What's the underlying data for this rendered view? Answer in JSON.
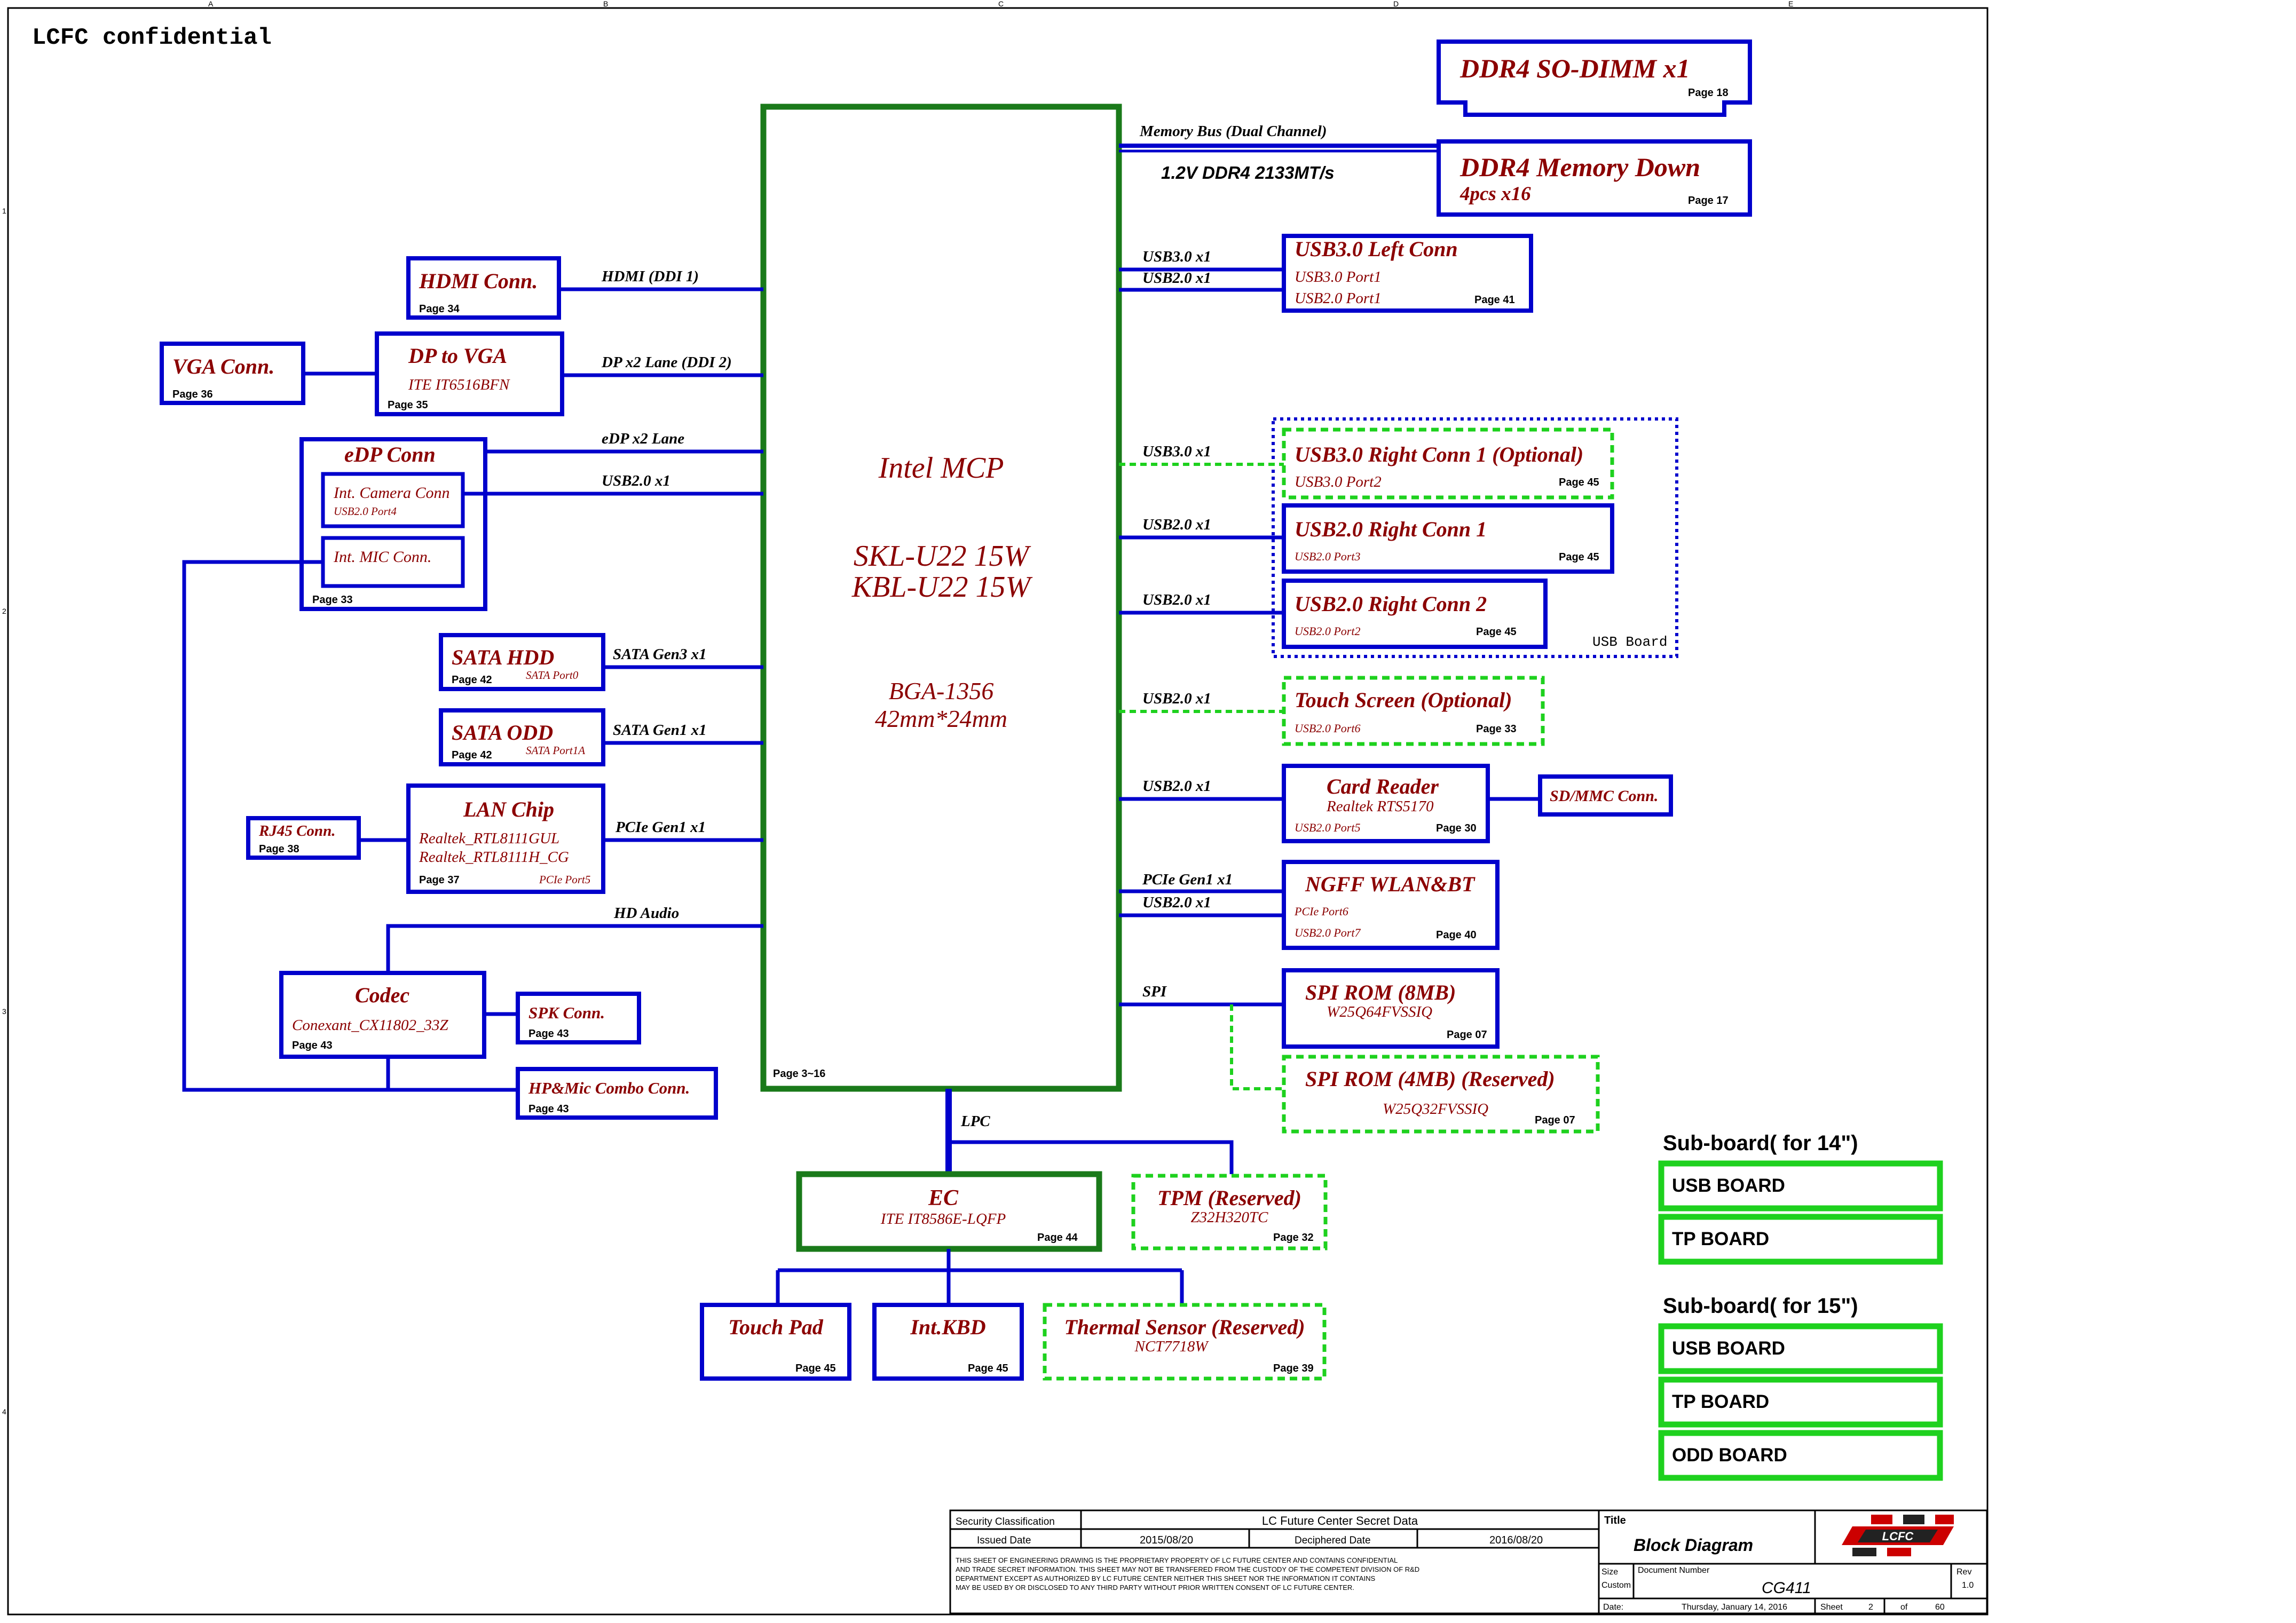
{
  "header": {
    "confidential": "LCFC confidential"
  },
  "border_letters": [
    "A",
    "B",
    "C",
    "D",
    "E"
  ],
  "border_numbers": [
    "1",
    "2",
    "3",
    "4"
  ],
  "mcp": {
    "title": "Intel MCP",
    "line1": "SKL-U22 15W",
    "line2": "KBL-U22 15W",
    "line3": "BGA-1356",
    "line4": "42mm*24mm",
    "page": "Page 3~16"
  },
  "memory": {
    "dimm_title": "DDR4 SO-DIMM x1",
    "dimm_page": "Page 18",
    "down_title": "DDR4 Memory Down",
    "down_sub": "4pcs x16",
    "down_page": "Page 17",
    "bus_label": "Memory Bus (Dual Channel)",
    "bus_spec": "1.2V DDR4 2133MT/s"
  },
  "left_blocks": {
    "hdmi": {
      "title": "HDMI Conn.",
      "page": "Page 34",
      "bus": "HDMI (DDI 1)"
    },
    "vga": {
      "title": "VGA Conn.",
      "page": "Page 36"
    },
    "dp_vga": {
      "title": "DP to VGA",
      "sub": "ITE IT6516BFN",
      "page": "Page 35",
      "bus": "DP x2 Lane (DDI 2)"
    },
    "edp": {
      "title": "eDP Conn",
      "page": "Page 33",
      "bus": "eDP x2 Lane",
      "camera": "Int. Camera Conn",
      "camera_port": "USB2.0 Port4",
      "camera_bus": "USB2.0 x1",
      "mic": "Int. MIC Conn."
    },
    "sata_hdd": {
      "title": "SATA HDD",
      "page": "Page 42",
      "port": "SATA Port0",
      "bus": "SATA Gen3 x1"
    },
    "sata_odd": {
      "title": "SATA ODD",
      "page": "Page 42",
      "port": "SATA Port1A",
      "bus": "SATA Gen1 x1"
    },
    "lan": {
      "title": "LAN Chip",
      "sub1": "Realtek_RTL8111GUL",
      "sub2": "Realtek_RTL8111H_CG",
      "page": "Page 37",
      "port": "PCIe Port5",
      "bus": "PCIe Gen1 x1"
    },
    "rj45": {
      "title": "RJ45 Conn.",
      "page": "Page 38"
    },
    "audio_bus": "HD Audio",
    "codec": {
      "title": "Codec",
      "sub": "Conexant_CX11802_33Z",
      "page": "Page 43"
    },
    "spk": {
      "title": "SPK Conn.",
      "page": "Page 43"
    },
    "hp": {
      "title": "HP&Mic Combo Conn.",
      "page": "Page 43"
    }
  },
  "right_blocks": {
    "usb3_left": {
      "title": "USB3.0 Left Conn",
      "p1": "USB3.0 Port1",
      "p2": "USB2.0 Port1",
      "page": "Page 41",
      "bus1": "USB3.0 x1",
      "bus2": "USB2.0 x1"
    },
    "usb3_right": {
      "title": "USB3.0 Right Conn 1 (Optional)",
      "port": "USB3.0 Port2",
      "page": "Page 45",
      "bus": "USB3.0 x1"
    },
    "usb2_right1": {
      "title": "USB2.0 Right Conn 1",
      "port": "USB2.0 Port3",
      "page": "Page 45",
      "bus": "USB2.0 x1"
    },
    "usb2_right2": {
      "title": "USB2.0 Right Conn 2",
      "port": "USB2.0 Port2",
      "page": "Page 45",
      "bus": "USB2.0 x1"
    },
    "usb_board_label": "USB Board",
    "touch_screen": {
      "title": "Touch Screen (Optional)",
      "port": "USB2.0 Port6",
      "page": "Page 33",
      "bus": "USB2.0 x1"
    },
    "card_reader": {
      "title": "Card Reader",
      "sub": "Realtek RTS5170",
      "port": "USB2.0 Port5",
      "page": "Page 30",
      "bus": "USB2.0 x1"
    },
    "sd": {
      "title": "SD/MMC Conn."
    },
    "ngff": {
      "title": "NGFF WLAN&BT",
      "p1": "PCIe Port6",
      "p2": "USB2.0 Port7",
      "page": "Page 40",
      "bus1": "PCIe Gen1 x1",
      "bus2": "USB2.0 x1"
    },
    "spi_bus": "SPI",
    "spi8": {
      "title": "SPI ROM (8MB)",
      "sub": "W25Q64FVSSIQ",
      "page": "Page 07"
    },
    "spi4": {
      "title": "SPI ROM (4MB) (Reserved)",
      "sub": "W25Q32FVSSIQ",
      "page": "Page 07"
    }
  },
  "bottom_blocks": {
    "lpc": "LPC",
    "ec": {
      "title": "EC",
      "sub": "ITE IT8586E-LQFP",
      "page": "Page 44"
    },
    "tpm": {
      "title": "TPM (Reserved)",
      "sub": "Z32H320TC",
      "page": "Page 32"
    },
    "touchpad": {
      "title": "Touch Pad",
      "page": "Page 45"
    },
    "kbd": {
      "title": "Int.KBD",
      "page": "Page 45"
    },
    "thermal": {
      "title": "Thermal Sensor (Reserved)",
      "sub": "NCT7718W",
      "page": "Page 39"
    }
  },
  "subboards": {
    "title14": "Sub-board( for 14\")",
    "list14": [
      "USB BOARD",
      "TP BOARD"
    ],
    "title15": "Sub-board( for 15\")",
    "list15": [
      "USB BOARD",
      "TP BOARD",
      "ODD BOARD"
    ]
  },
  "title_block": {
    "security_label": "Security Classification",
    "security_value": "LC Future Center Secret Data",
    "issued_label": "Issued Date",
    "issued_value": "2015/08/20",
    "deciphered_label": "Deciphered Date",
    "deciphered_value": "2016/08/20",
    "notice1": "THIS SHEET OF ENGINEERING DRAWING IS THE PROPRIETARY PROPERTY OF LC FUTURE CENTER AND CONTAINS CONFIDENTIAL",
    "notice2": "AND TRADE SECRET INFORMATION. THIS SHEET MAY NOT BE TRANSFERED FROM THE CUSTODY OF THE COMPETENT DIVISION OF R&D",
    "notice3": "DEPARTMENT EXCEPT AS AUTHORIZED BY LC FUTURE CENTER NEITHER THIS SHEET NOR THE INFORMATION IT CONTAINS",
    "notice4": "MAY BE USED BY OR DISCLOSED TO ANY THIRD PARTY WITHOUT PRIOR WRITTEN CONSENT OF LC FUTURE CENTER.",
    "title_label": "Title",
    "title_value": "Block Diagram",
    "logo_text": "LCFC",
    "size_label": "Size",
    "size_value": "Custom",
    "docnum_label": "Document Number",
    "docnum_value": "CG411",
    "rev_label": "Rev",
    "rev_value": "1.0",
    "date_label": "Date:",
    "date_value": "Thursday, January 14, 2016",
    "sheet_label": "Sheet",
    "sheet_num": "2",
    "sheet_of": "of",
    "sheet_total": "60"
  },
  "colors": {
    "block": "#0000cc",
    "mcp": "#1a7a1a",
    "reserved": "#1ed11e",
    "text": "#8b0000",
    "subboard": "#1ed11e"
  }
}
